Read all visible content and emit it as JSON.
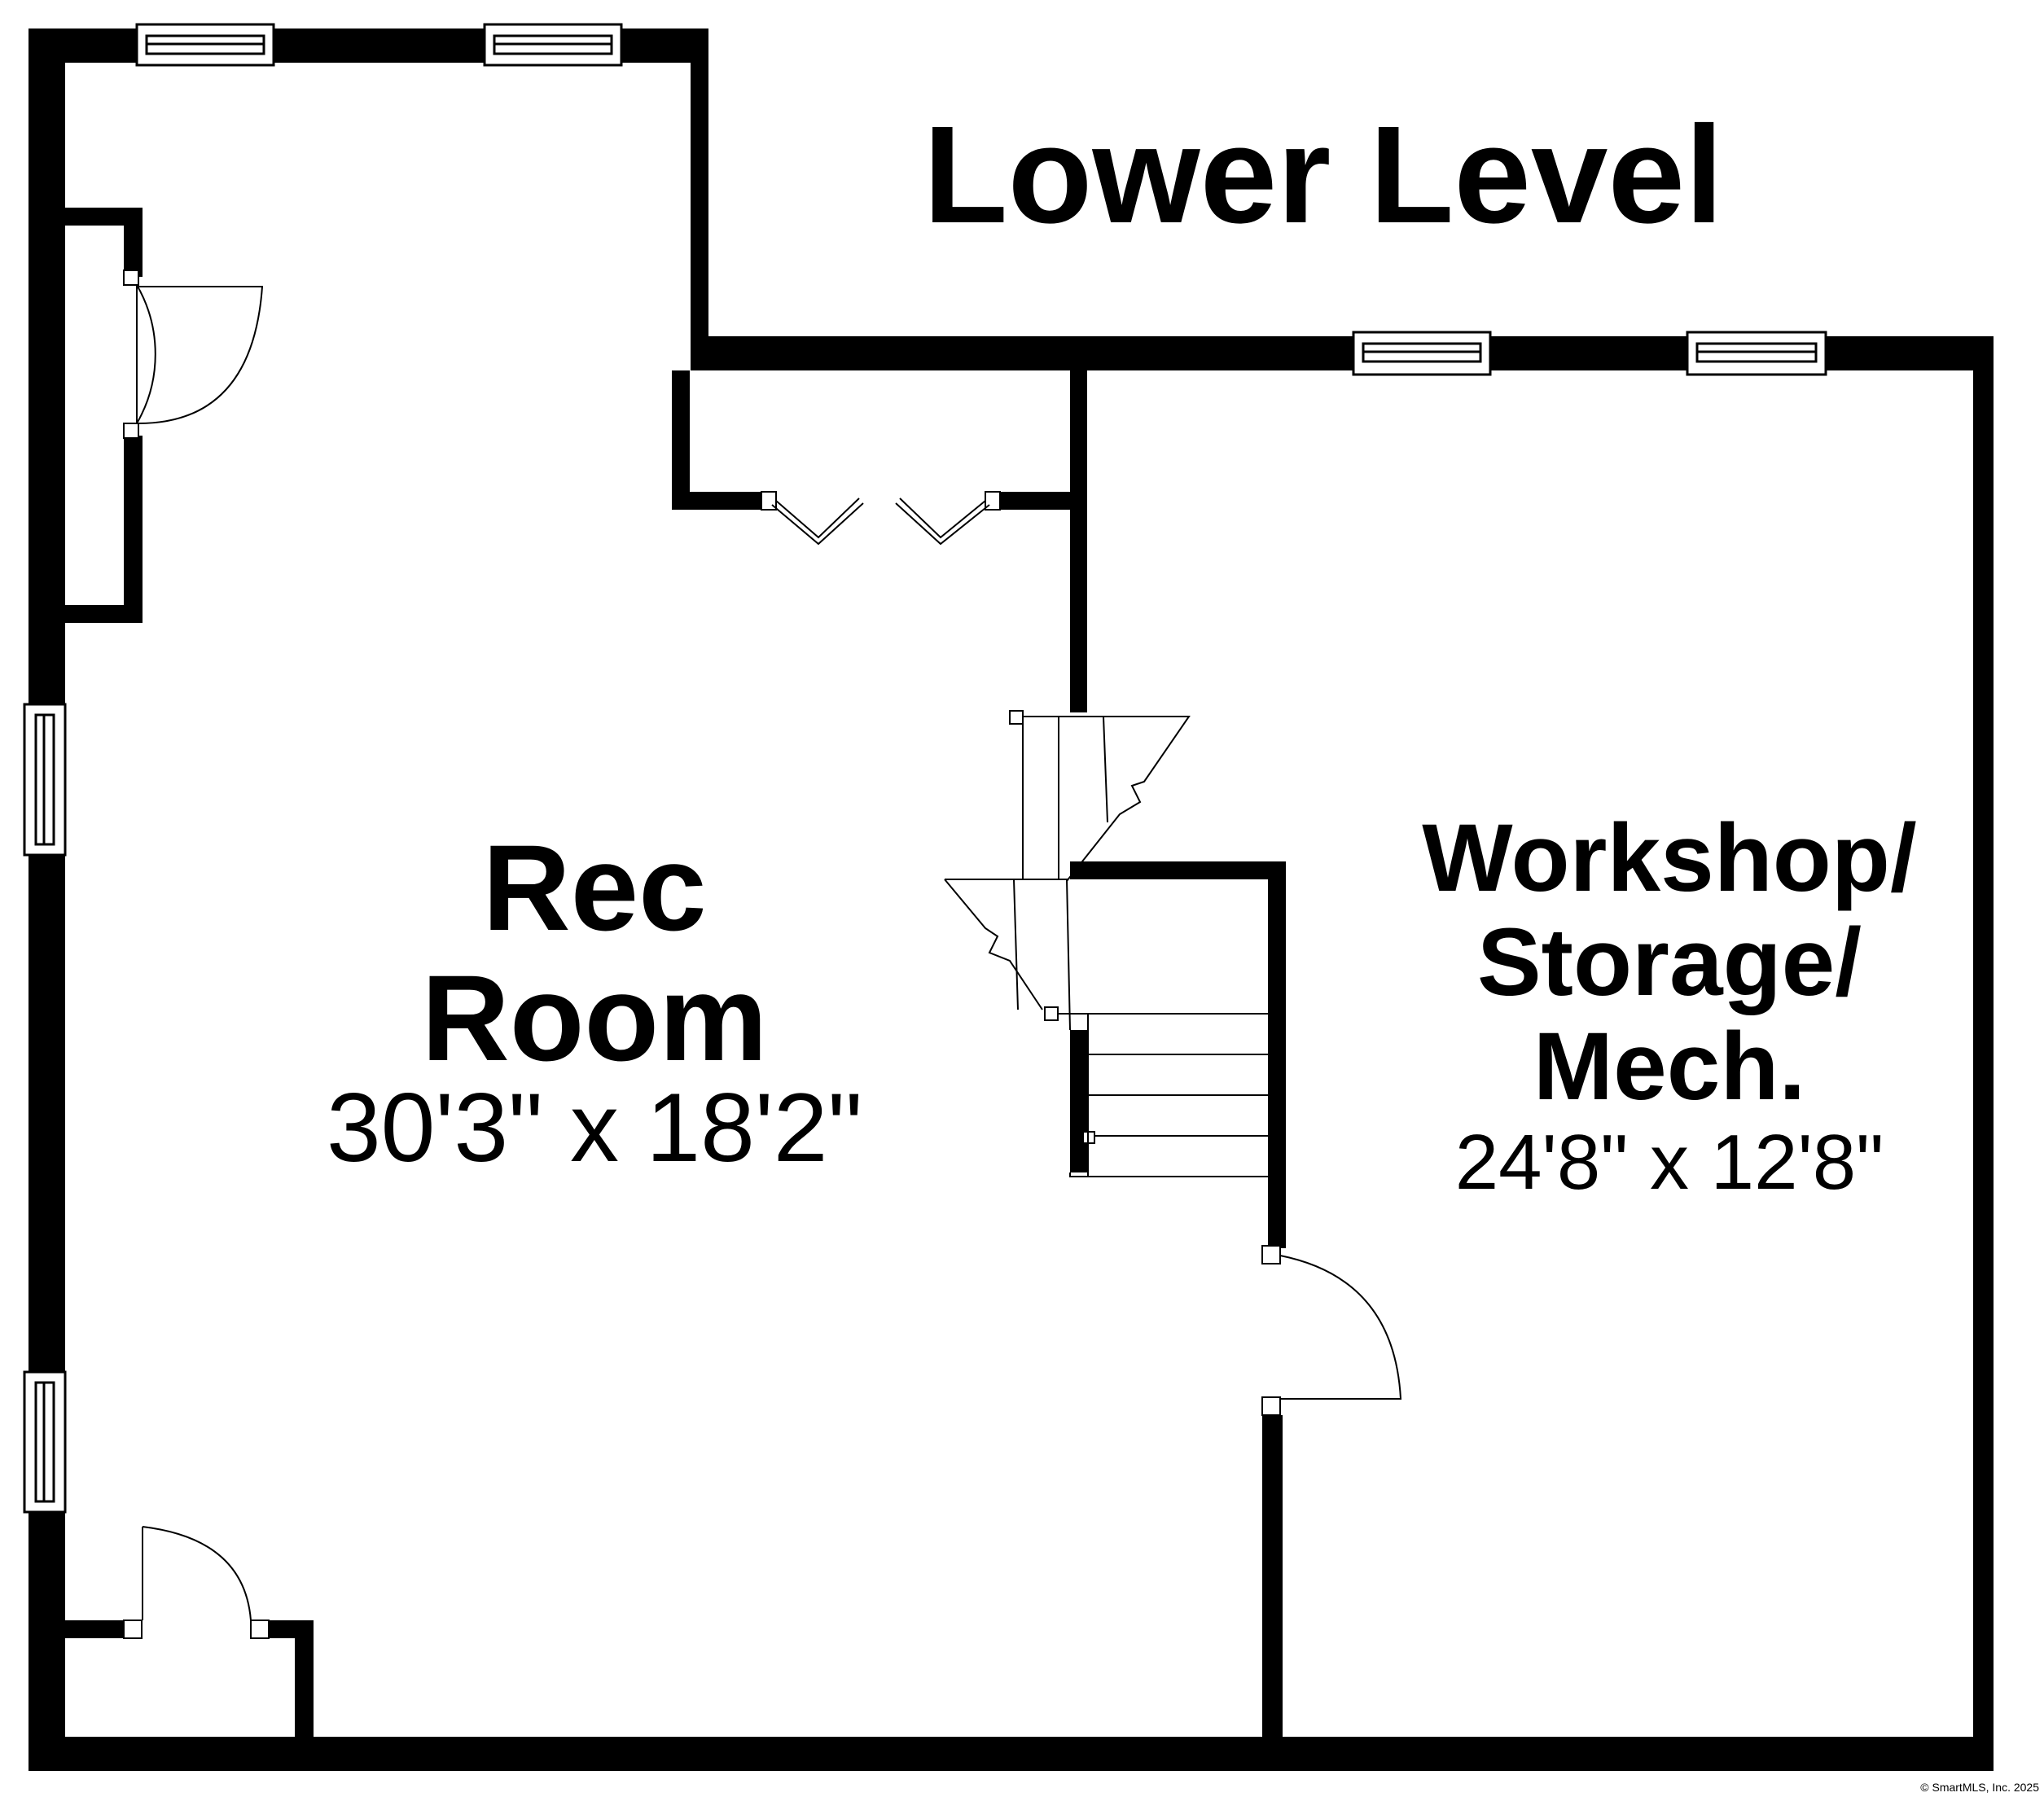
{
  "level_title": "Lower Level",
  "rooms": [
    {
      "name_lines": [
        "Rec",
        "Room"
      ],
      "dimensions": "30'3\" x 18'2\""
    },
    {
      "name_lines": [
        "Workshop/",
        "Storage/",
        "Mech."
      ],
      "dimensions": "24'8\" x 12'8\""
    }
  ],
  "copyright": "© SmartMLS, Inc. 2025"
}
